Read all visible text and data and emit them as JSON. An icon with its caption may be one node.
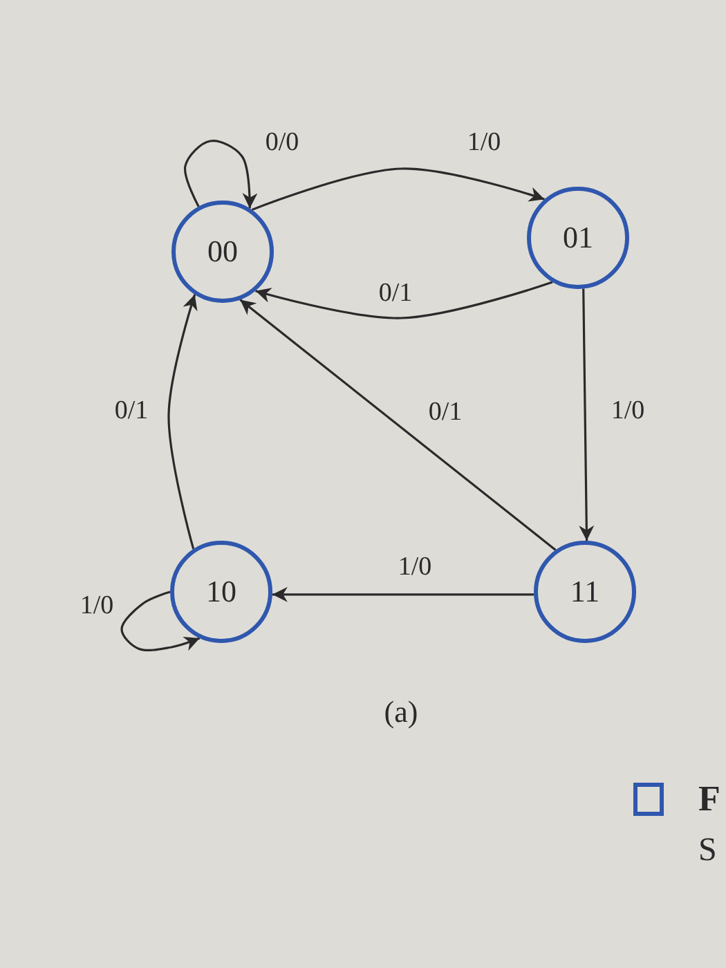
{
  "diagram": {
    "caption": "(a)",
    "nodes": [
      {
        "text": [
          "00"
        ]
      },
      {
        "text": [
          "01"
        ]
      },
      {
        "text": [
          "10"
        ]
      },
      {
        "text": [
          "11"
        ]
      }
    ],
    "edges": [
      {
        "from": 0,
        "to": 0,
        "arrow": "to",
        "label": "0/0"
      },
      {
        "from": 0,
        "to": 1,
        "arrow": "to",
        "label": "1/0"
      },
      {
        "from": 1,
        "to": 0,
        "arrow": "to",
        "label": "0/1"
      },
      {
        "from": 1,
        "to": 3,
        "arrow": "to",
        "label": "1/0"
      },
      {
        "from": 3,
        "to": 0,
        "arrow": "to",
        "label": "0/1"
      },
      {
        "from": 3,
        "to": 2,
        "arrow": "to",
        "label": "1/0"
      },
      {
        "from": 2,
        "to": 0,
        "arrow": "to",
        "label": "0/1"
      },
      {
        "from": 2,
        "to": 2,
        "arrow": "to",
        "label": "1/0"
      }
    ],
    "labels": [
      "F",
      "S"
    ]
  }
}
